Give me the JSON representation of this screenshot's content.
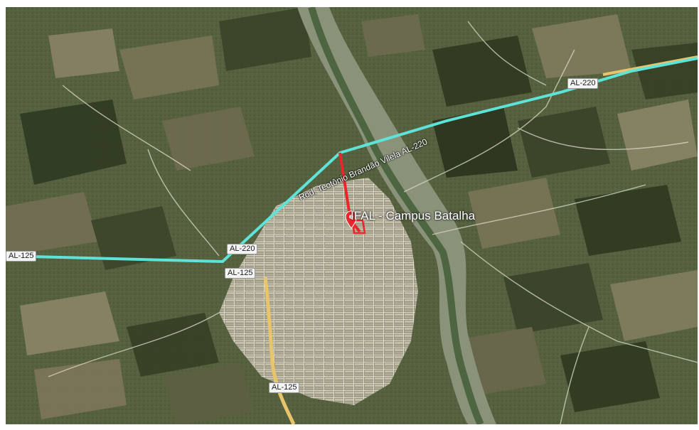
{
  "map": {
    "place_label": "IFAL - Campus Batalha",
    "street_label": "Rod. Teotônio Brandão Vilela AL-220",
    "road_labels": {
      "al220_east": "AL-220",
      "al220_west": "AL-220",
      "al125_west": "AL-125",
      "al125_center": "AL-125",
      "al125_south": "AL-125"
    },
    "colors": {
      "highway": "#5fe3d8",
      "secondary_road": "#e8c46a",
      "route": "#e8262b",
      "pin": "#e8262b"
    },
    "pin_icon": "map-pin-icon"
  }
}
